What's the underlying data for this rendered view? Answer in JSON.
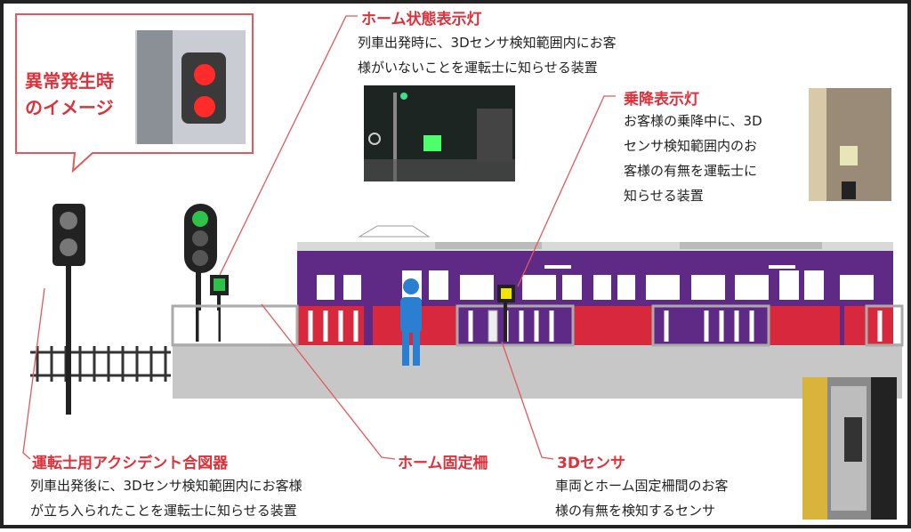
{
  "callout": {
    "label_line1": "異常発生時",
    "label_line2": "のイメージ"
  },
  "home_status_light": {
    "title": "ホーム状態表示灯",
    "desc_line1": "列車出発時に、3Dセンサ検知範囲内にお客",
    "desc_line2": "様がいないことを運転士に知らせる装置"
  },
  "boarding_light": {
    "title": "乗降表示灯",
    "desc_line1": "お客様の乗降中に、3D",
    "desc_line2": "センサ検知範囲内のお",
    "desc_line3": "客様の有無を運転士に",
    "desc_line4": "知らせる装置"
  },
  "accident_signal": {
    "title": "運転士用アクシデント合図器",
    "desc_line1": "列車出発後に、3Dセンサ検知範囲内にお客様",
    "desc_line2": "が立ち入られたことを運転士に知らせる装置"
  },
  "platform_fence": {
    "title": "ホーム固定柵"
  },
  "sensor_3d": {
    "title": "3Dセンサ",
    "desc_line1": "車両とホーム固定柵間のお客",
    "desc_line2": "様の有無を検知するセンサ"
  },
  "colors": {
    "accent_red": "#e0303a",
    "train_purple": "#5e2a86",
    "door_red": "#d8283e",
    "signal_green": "#2fc24a",
    "person_blue": "#2a7fd0"
  }
}
